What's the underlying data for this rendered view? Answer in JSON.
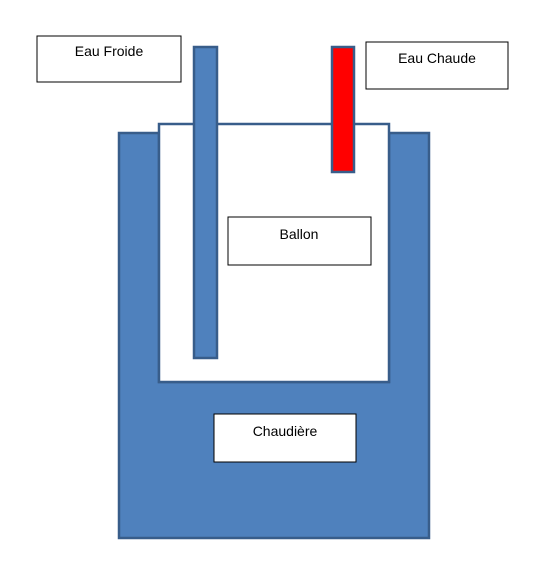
{
  "labels": {
    "cold_water": "Eau Froide",
    "hot_water": "Eau Chaude",
    "tank": "Ballon",
    "boiler": "Chaudière"
  },
  "colors": {
    "boiler_fill": "#4f81bd",
    "outline": "#385d8a",
    "tank_fill": "#ffffff",
    "cold_pipe": "#4f81bd",
    "hot_pipe": "#ff0000",
    "label_border": "#000000"
  }
}
